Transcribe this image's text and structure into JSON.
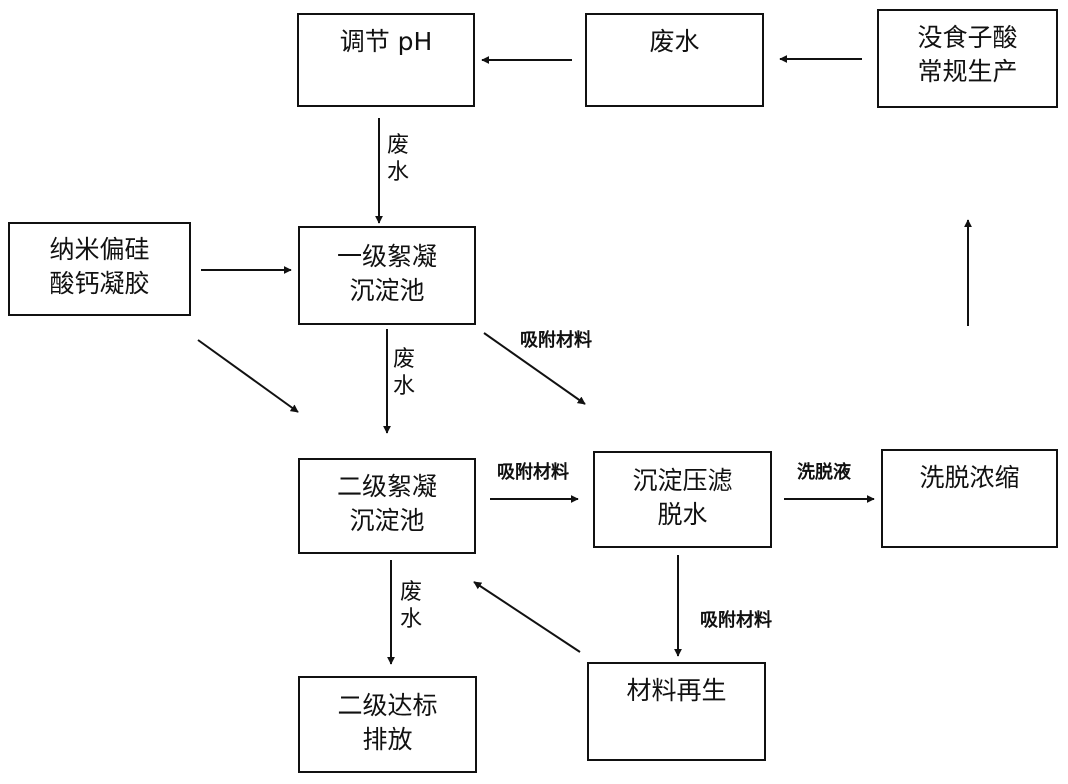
{
  "boxes": {
    "adjust_ph": [
      "调节 pH"
    ],
    "wastewater_top": [
      "废水"
    ],
    "gallic_production": [
      "没食子酸",
      "常规生产"
    ],
    "nano_gel": [
      "纳米偏硅",
      "酸钙凝胶"
    ],
    "primary_tank": [
      "一级絮凝",
      "沉淀池"
    ],
    "secondary_tank": [
      "二级絮凝",
      "沉淀池"
    ],
    "filter_press": [
      "沉淀压滤",
      "脱水"
    ],
    "elution": [
      "洗脱浓缩"
    ],
    "discharge": [
      "二级达标",
      "排放"
    ],
    "regeneration": [
      "材料再生"
    ]
  },
  "labels": {
    "wastewater_1": [
      "废",
      "水"
    ],
    "wastewater_2": [
      "废",
      "水"
    ],
    "wastewater_3": [
      "废",
      "水"
    ],
    "adsorbent_1": "吸附材料",
    "adsorbent_2": "吸附材料",
    "adsorbent_3": "吸附材料",
    "eluate": "洗脱液"
  }
}
